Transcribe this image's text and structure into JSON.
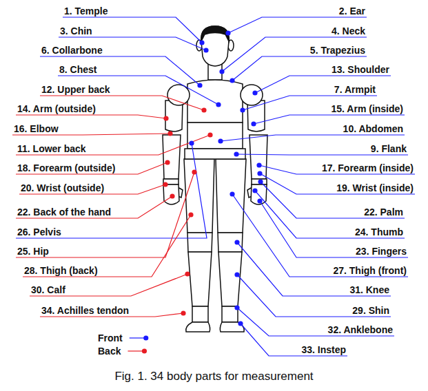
{
  "diagram": {
    "caption": "Fig. 1. 34 body parts for measurement",
    "labels": [
      "1. Temple",
      "2. Ear",
      "3. Chin",
      "4. Neck",
      "5. Trapezius",
      "6. Collarbone",
      "8. Chest",
      "13. Shoulder",
      "12. Upper back",
      "7. Armpit",
      "14. Arm (outside)",
      "15. Arm (inside)",
      "16. Elbow",
      "10. Abdomen",
      "11. Lower back",
      "9. Flank",
      "18. Forearm (outside)",
      "17. Forearm (inside)",
      "20. Wrist (outside)",
      "19. Wrist (inside)",
      "22. Back of the hand",
      "22. Palm",
      "26. Pelvis",
      "24. Thumb",
      "25. Hip",
      "23. Fingers",
      "28. Thigh (back)",
      "27. Thigh (front)",
      "30. Calf",
      "31. Knee",
      "34. Achilles tendon",
      "29. Shin",
      "32. Anklebone",
      "33. Instep"
    ],
    "legend": [
      {
        "text": "Front",
        "color": "#1a1aff"
      },
      {
        "text": "Back",
        "color": "#e81c24"
      }
    ]
  }
}
